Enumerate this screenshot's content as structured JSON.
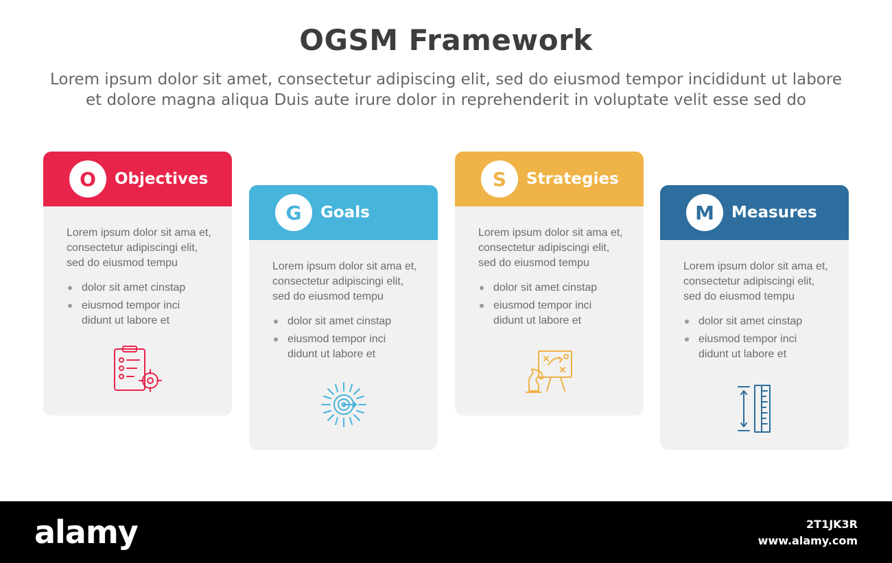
{
  "title": "OGSM Framework",
  "subtitle": "Lorem ipsum dolor sit amet, consectetur adipiscing elit, sed do eiusmod tempor incididunt ut labore et dolore magna aliqua Duis aute irure dolor in reprehenderit in voluptate velit esse sed do",
  "cards": [
    {
      "letter": "O",
      "title": "Objectives",
      "color": "#e8244a",
      "icon": "clipboard-target-icon",
      "description": "Lorem ipsum dolor sit ama et, consectetur adipiscingi elit, sed do eiusmod tempu",
      "bullets": [
        "dolor sit amet cinstap",
        "eiusmod tempor inci didunt ut labore et"
      ]
    },
    {
      "letter": "G",
      "title": "Goals",
      "color": "#47b4dc",
      "icon": "dartboard-icon",
      "description": "Lorem ipsum dolor sit ama et, consectetur adipiscingi elit, sed do eiusmod tempu",
      "bullets": [
        "dolor sit amet cinstap",
        "eiusmod tempor inci didunt ut labore et"
      ]
    },
    {
      "letter": "S",
      "title": "Strategies",
      "color": "#f0b347",
      "icon": "chess-strategy-icon",
      "description": "Lorem ipsum dolor sit ama et, consectetur adipiscingi elit, sed do eiusmod tempu",
      "bullets": [
        "dolor sit amet cinstap",
        "eiusmod tempor inci didunt ut labore et"
      ]
    },
    {
      "letter": "M",
      "title": "Measures",
      "color": "#2d6e9e",
      "icon": "ruler-measure-icon",
      "description": "Lorem ipsum dolor sit ama et, consectetur adipiscingi elit, sed do eiusmod tempu",
      "bullets": [
        "dolor sit amet cinstap",
        "eiusmod tempor inci didunt ut labore et"
      ]
    }
  ],
  "footer": {
    "logo": "alamy",
    "image_id": "2T1JK3R",
    "site": "www.alamy.com"
  }
}
